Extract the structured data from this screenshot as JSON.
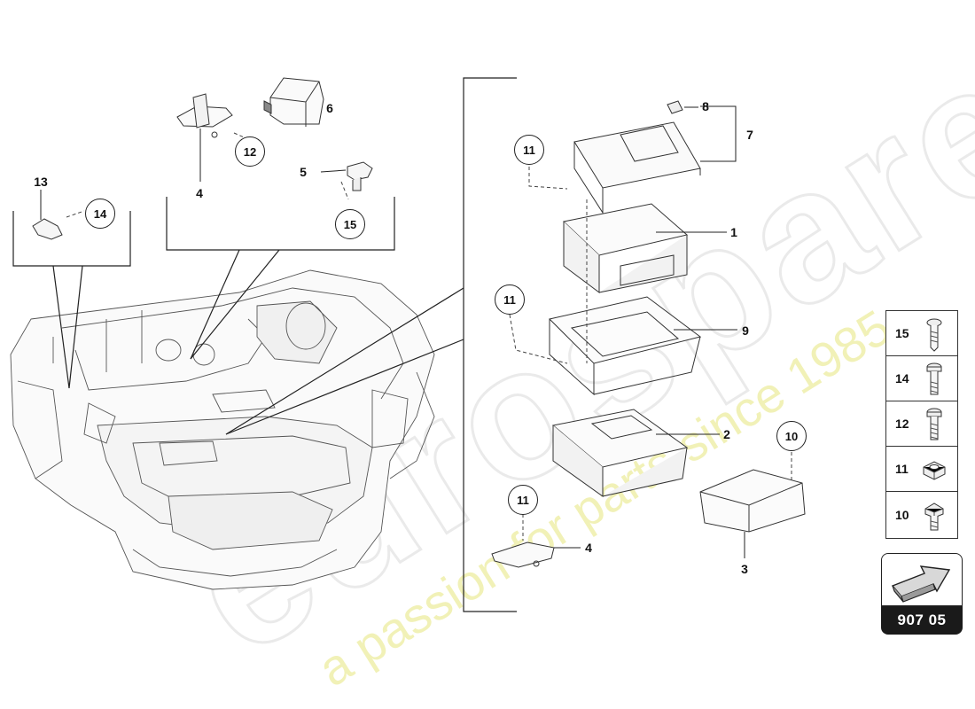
{
  "callouts": {
    "c1": "1",
    "c2": "2",
    "c3": "3",
    "c4a": "4",
    "c4b": "4",
    "c5": "5",
    "c6": "6",
    "c7": "7",
    "c8": "8",
    "c9": "9",
    "c13": "13"
  },
  "circled": {
    "c10": "10",
    "c11a": "11",
    "c11b": "11",
    "c11c": "11",
    "c12": "12",
    "c14": "14",
    "c15": "15"
  },
  "legend": [
    {
      "num": "15",
      "part": "screw"
    },
    {
      "num": "14",
      "part": "bolt"
    },
    {
      "num": "12",
      "part": "bolt"
    },
    {
      "num": "11",
      "part": "hex-nut"
    },
    {
      "num": "10",
      "part": "hex-bolt"
    }
  ],
  "page_badge": {
    "number": "907 05",
    "icon": "arrow-icon"
  },
  "watermark": {
    "brand": "eurospares",
    "tagline": "a passion for parts since 1985",
    "color": "#e8e89a"
  }
}
